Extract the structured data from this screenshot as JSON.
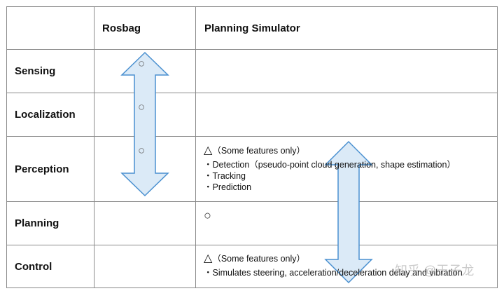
{
  "header": {
    "col_rosbag": "Rosbag",
    "col_sim": "Planning Simulator"
  },
  "rows": [
    {
      "label": "Sensing"
    },
    {
      "label": "Localization"
    },
    {
      "label": "Perception"
    },
    {
      "label": "Planning"
    },
    {
      "label": "Control"
    }
  ],
  "rosbag": {
    "sensing_mark": "○",
    "localization_mark": "○",
    "perception_mark": "○"
  },
  "simulator": {
    "perception": {
      "mark": "△",
      "note": "（Some features only）",
      "items": [
        "・Detection（pseudo-point cloud generation, shape estimation）",
        "・Tracking",
        "・Prediction"
      ]
    },
    "planning": {
      "mark": "○"
    },
    "control": {
      "mark": "△",
      "note": "（Some features only）",
      "items": [
        "・Simulates steering, acceleration/deceleration delay and vibration"
      ]
    }
  },
  "watermark": "知乎 @王子龙",
  "colors": {
    "arrow_fill": "#dbeaf7",
    "arrow_stroke": "#4a90d0",
    "grid": "#8a8a8a"
  }
}
